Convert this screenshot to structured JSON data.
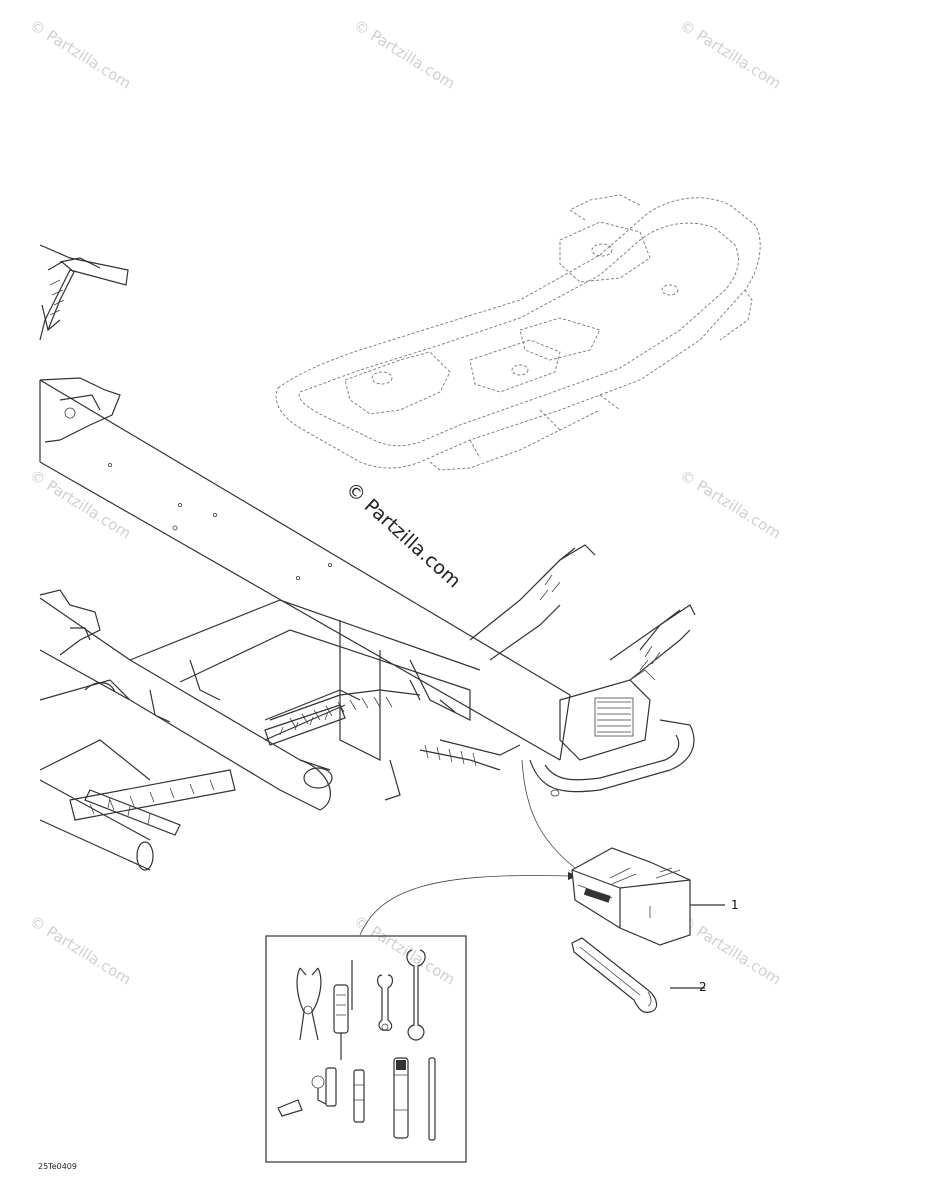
{
  "watermark": {
    "text": "© Partzilla.com"
  },
  "callouts": [
    {
      "number": "1"
    },
    {
      "number": "2"
    }
  ],
  "diagram_code": "25Te0409"
}
